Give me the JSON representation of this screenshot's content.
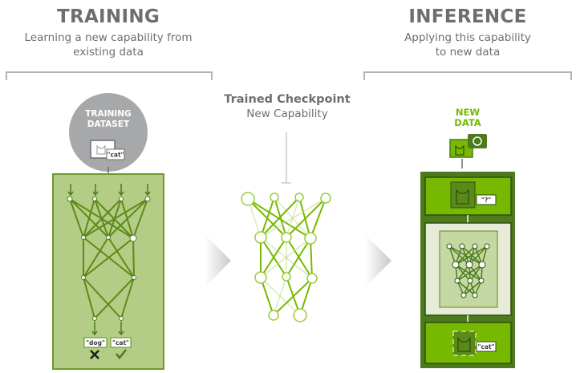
{
  "training": {
    "title": "TRAINING",
    "subtitle_line1": "Learning a new capability from",
    "subtitle_line2": "existing data",
    "dataset_line1": "TRAINING",
    "dataset_line2": "DATASET",
    "dataset_tag": "\"cat\"",
    "output_wrong": "\"dog\"",
    "output_right": "\"cat\""
  },
  "checkpoint": {
    "title": "Trained Checkpoint",
    "subtitle": "New Capability"
  },
  "inference": {
    "title": "INFERENCE",
    "subtitle_line1": "Applying this capability",
    "subtitle_line2": "to new data",
    "new_data_line1": "NEW",
    "new_data_line2": "DATA",
    "input_tag": "\"?\"",
    "output_tag": "\"cat\""
  },
  "colors": {
    "nvidia_green": "#76b900",
    "panel_green": "#b4cd86",
    "dark_green": "#4c7a1d",
    "gray_text": "#6d6e71",
    "light_gray": "#b3b3b3"
  }
}
